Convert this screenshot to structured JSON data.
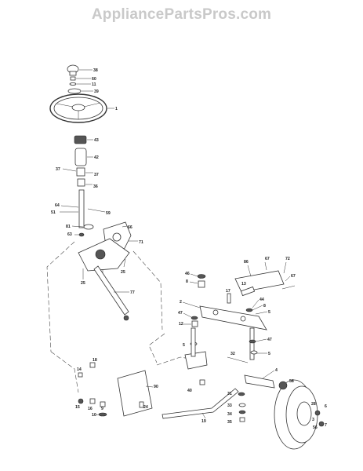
{
  "watermark": {
    "text": "AppliancePartsPros.com"
  },
  "callouts": {
    "c38": "38",
    "c60": "60",
    "c11": "11",
    "c39": "39",
    "c1": "1",
    "c43": "43",
    "c42": "42",
    "c37a": "37",
    "c37b": "37",
    "c36": "36",
    "c64": "64",
    "c51": "51",
    "c59": "59",
    "c81": "81",
    "c63": "63",
    "c66": "66",
    "c71": "71",
    "c25a": "25",
    "c25b": "25",
    "c77": "77",
    "c86": "86",
    "c67a": "67",
    "c72": "72",
    "c67b": "67",
    "c46": "46",
    "c8a": "8",
    "c13": "13",
    "c17": "17",
    "c2": "2",
    "c44": "44",
    "c8b": "8",
    "c5a": "5",
    "c47a": "47",
    "c12": "12",
    "c5b": "5",
    "c47b": "47",
    "c32": "32",
    "c5c": "5",
    "c4": "4",
    "c58": "58",
    "c18": "18",
    "c14": "14",
    "c90": "90",
    "c15": "15",
    "c16": "16",
    "c9": "9",
    "c24": "24",
    "c33": "33",
    "c10": "10",
    "c19": "19",
    "c31": "31",
    "c34": "34",
    "c35": "35",
    "c40": "40",
    "c28": "28",
    "c6": "6",
    "c3": "3",
    "c56": "56",
    "c7": "7"
  }
}
